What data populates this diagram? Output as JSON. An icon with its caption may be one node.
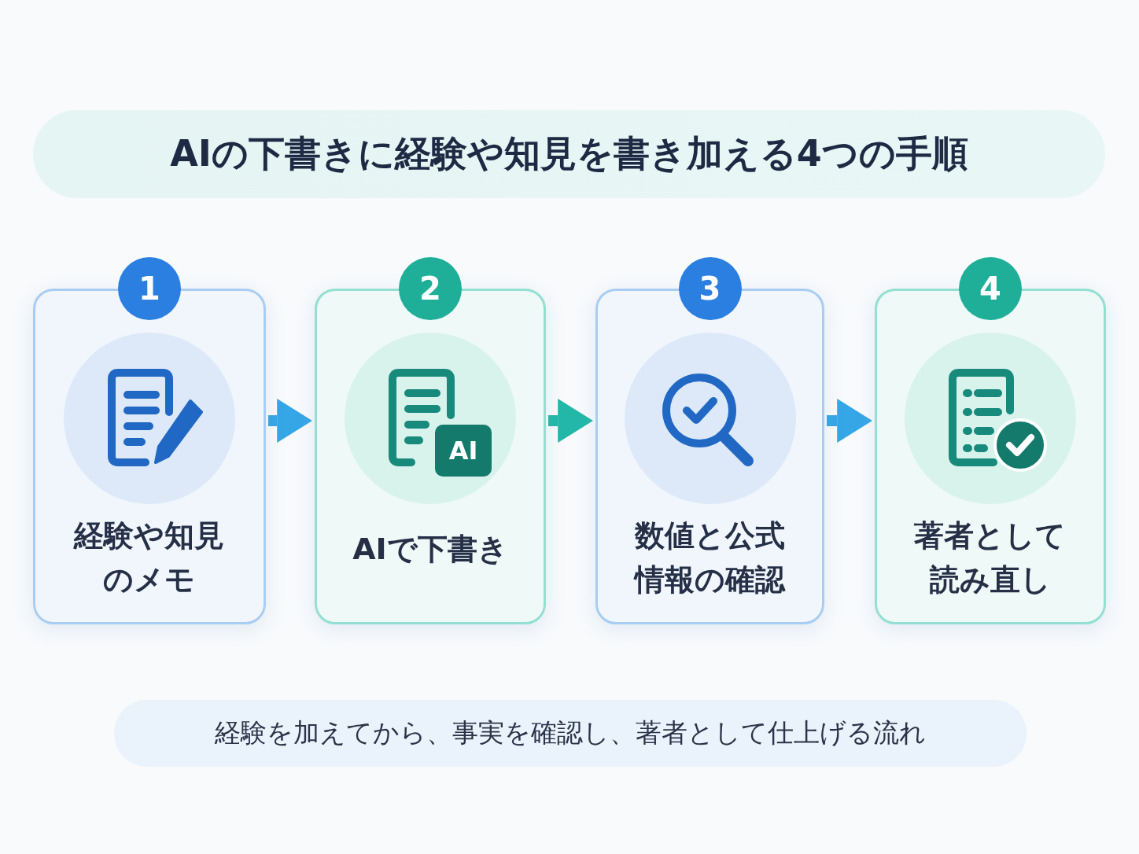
{
  "diagram": {
    "title": "AIの下書きに経験や知見を書き加える4つの手順",
    "caption": "経験を加えてから、事実を確認し、著者として仕上げる流れ",
    "nodes": [
      {
        "text": [
          "1",
          "経験や知見のメモ"
        ]
      },
      {
        "text": [
          "2",
          "AI",
          "AIで下書き"
        ]
      },
      {
        "text": [
          "3",
          "数値と公式情報の確認"
        ]
      },
      {
        "text": [
          "4",
          "著者として読み直し"
        ]
      }
    ],
    "edges": [
      {
        "from": 0,
        "to": 1,
        "arrow": "to"
      },
      {
        "from": 1,
        "to": 2,
        "arrow": "to",
        "color": "#22b8a8"
      },
      {
        "from": 2,
        "to": 3,
        "arrow": "to"
      }
    ]
  }
}
